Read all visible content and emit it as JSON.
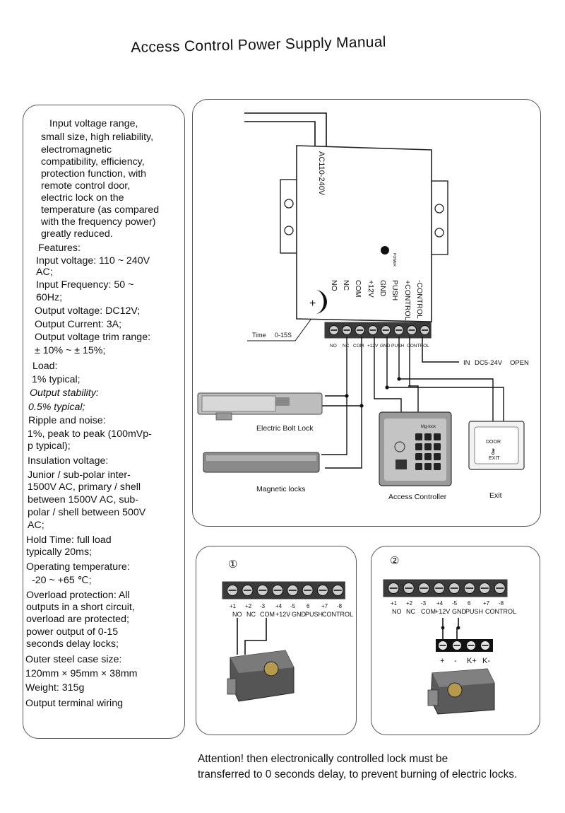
{
  "title": "Access Control Power Supply Manual",
  "specs": [
    "Input voltage range,",
    "small size, high reliability,",
    "electromagnetic",
    "compatibility, efficiency,",
    "protection function, with",
    "remote control door,",
    "electric lock on the",
    "temperature (as compared",
    "with the frequency power)",
    "greatly reduced.",
    "Features:",
    "Input voltage: 110 ~ 240V",
    "AC;",
    "Input Frequency: 50 ~",
    "60Hz;",
    "Output voltage: DC12V;",
    "Output Current: 3A;",
    "Output voltage trim range:",
    "± 10% ~ ± 15%;",
    "Load:",
    "1% typical;",
    "Output stability:",
    "0.5% typical;",
    "Ripple and noise:",
    "1%, peak to peak (100mVp-",
    "p typical);",
    "Insulation voltage:",
    "Junior / sub-polar inter-",
    "1500V AC, primary / shell",
    "between 1500V AC, sub-",
    "polar / shell between 500V",
    "AC;",
    "Hold Time: full load",
    "typically 20ms;",
    "Operating temperature:",
    "-20 ~ +65 ℃;",
    "Overload protection: All",
    "outputs in a short circuit,",
    "overload are protected;",
    "power output of 0-15",
    "seconds delay locks;",
    "Outer steel case size:",
    "120mm × 95mm × 38mm",
    "Weight: 315g",
    "Output terminal wiring"
  ],
  "main_diagram": {
    "input_label": "AC110-240V",
    "power_label": "POWER",
    "time_label": "Time",
    "time_range": "0-15S",
    "plus_sign": "+",
    "terminal_labels_vertical": [
      "NO",
      "NC",
      "COM",
      "+12V",
      "GND",
      "PUSH",
      "+CONTROL",
      "-CONTROL"
    ],
    "terminal_labels_bottom": [
      "NO",
      "NC",
      "COM",
      "+12V",
      "GND",
      "PUSH",
      "CONTROL"
    ],
    "in_label": "IN",
    "dc_label": "DC5-24V",
    "open_label": "OPEN",
    "bolt_lock_label": "Electric Bolt Lock",
    "magnetic_label": "Magnetic locks",
    "controller_label": "Access Controller",
    "controller_brand": "Mg-lock",
    "exit_label": "Exit",
    "exit_button_top": "DOOR",
    "exit_button_bottom": "EXIT"
  },
  "diagram1": {
    "number": "①",
    "numbers": [
      "+1",
      "+2",
      "-3",
      "+4",
      "-5",
      "6",
      "+7",
      "-8"
    ],
    "labels": [
      "NO",
      "NC",
      "COM",
      "+12V",
      "GND",
      "PUSH",
      "CONTROL"
    ]
  },
  "diagram2": {
    "number": "②",
    "numbers": [
      "+1",
      "+2",
      "-3",
      "+4",
      "-5",
      "6",
      "+7",
      "-8"
    ],
    "labels": [
      "NO",
      "NC",
      "COM",
      "+12V",
      "GND",
      "PUSH",
      "CONTROL"
    ],
    "lock_terminals": [
      "+",
      "-",
      "K+",
      "K-"
    ]
  },
  "attention": [
    "Attention! then electronically controlled lock must be",
    "transferred to 0 seconds delay, to prevent burning of electric locks."
  ]
}
